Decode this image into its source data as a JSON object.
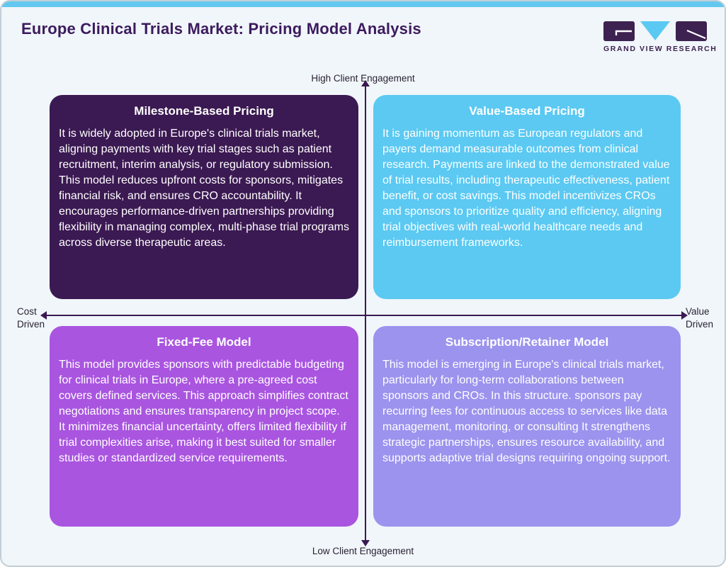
{
  "header": {
    "title": "Europe Clinical Trials Market: Pricing Model Analysis",
    "brand": "GRAND VIEW RESEARCH"
  },
  "axes": {
    "top": "High Client Engagement",
    "bottom": "Low Client Engagement",
    "left": {
      "line1": "Cost",
      "line2": "Driven"
    },
    "right": {
      "line1": "Value",
      "line2": "Driven"
    }
  },
  "quadrants": [
    {
      "title": "Milestone-Based Pricing",
      "body": "It is widely adopted in Europe's clinical trials market, aligning payments with key trial stages such as patient recruitment, interim analysis, or regulatory submission. This model reduces upfront costs for sponsors, mitigates financial risk, and ensures CRO accountability. It encourages performance-driven partnerships providing flexibility in managing complex, multi-phase trial programs across diverse therapeutic areas.",
      "bg": "#3b1952"
    },
    {
      "title": "Value-Based Pricing",
      "body": "It is gaining momentum as European regulators and payers demand measurable outcomes from clinical research. Payments are linked to the demonstrated value of trial results, including therapeutic effectiveness, patient benefit, or cost savings. This model incentivizes CROs and sponsors to prioritize quality and efficiency, aligning trial objectives with real-world healthcare needs and reimbursement frameworks.",
      "bg": "#5bc9f2"
    },
    {
      "title": "Fixed-Fee Model",
      "body": "This model provides sponsors with predictable budgeting for clinical trials in Europe, where a pre-agreed cost covers defined services. This approach simplifies contract negotiations and ensures transparency in project scope. It minimizes financial uncertainty, offers limited flexibility if trial complexities arise, making it best suited for smaller studies or standardized service requirements.",
      "bg": "#a955e0"
    },
    {
      "title": "Subscription/Retainer Model",
      "body": "This model is emerging in Europe's clinical trials market, particularly for long-term collaborations between sponsors and CROs. In this structure. sponsors pay recurring fees for continuous access to services like data management, monitoring, or consulting It strengthens strategic partnerships, ensures resource availability, and supports adaptive trial designs requiring ongoing support.",
      "bg": "#9b93ee"
    }
  ],
  "colors": {
    "top_bar": "#62c8f0",
    "background": "#f0f6fa",
    "title_text": "#3d1b5e",
    "axis": "#3b1952",
    "axis_label_text": "#2a2233",
    "logo_purple": "#3d2150",
    "logo_blue": "#5bc9f2",
    "quadrant_text": "#ffffff"
  }
}
